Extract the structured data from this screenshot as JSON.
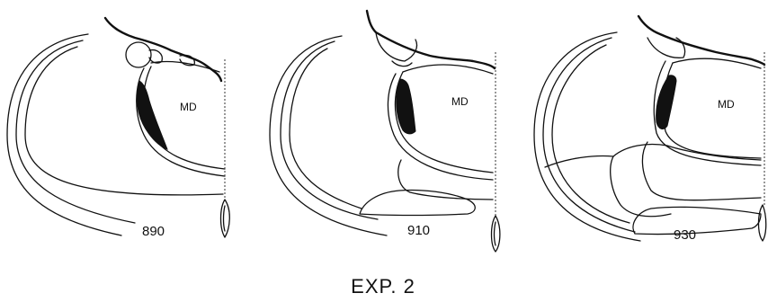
{
  "sections": [
    {
      "region_label": "MD",
      "section_number": "890"
    },
    {
      "region_label": "MD",
      "section_number": "910"
    },
    {
      "region_label": "MD",
      "section_number": "930"
    }
  ],
  "caption": "EXP. 2"
}
